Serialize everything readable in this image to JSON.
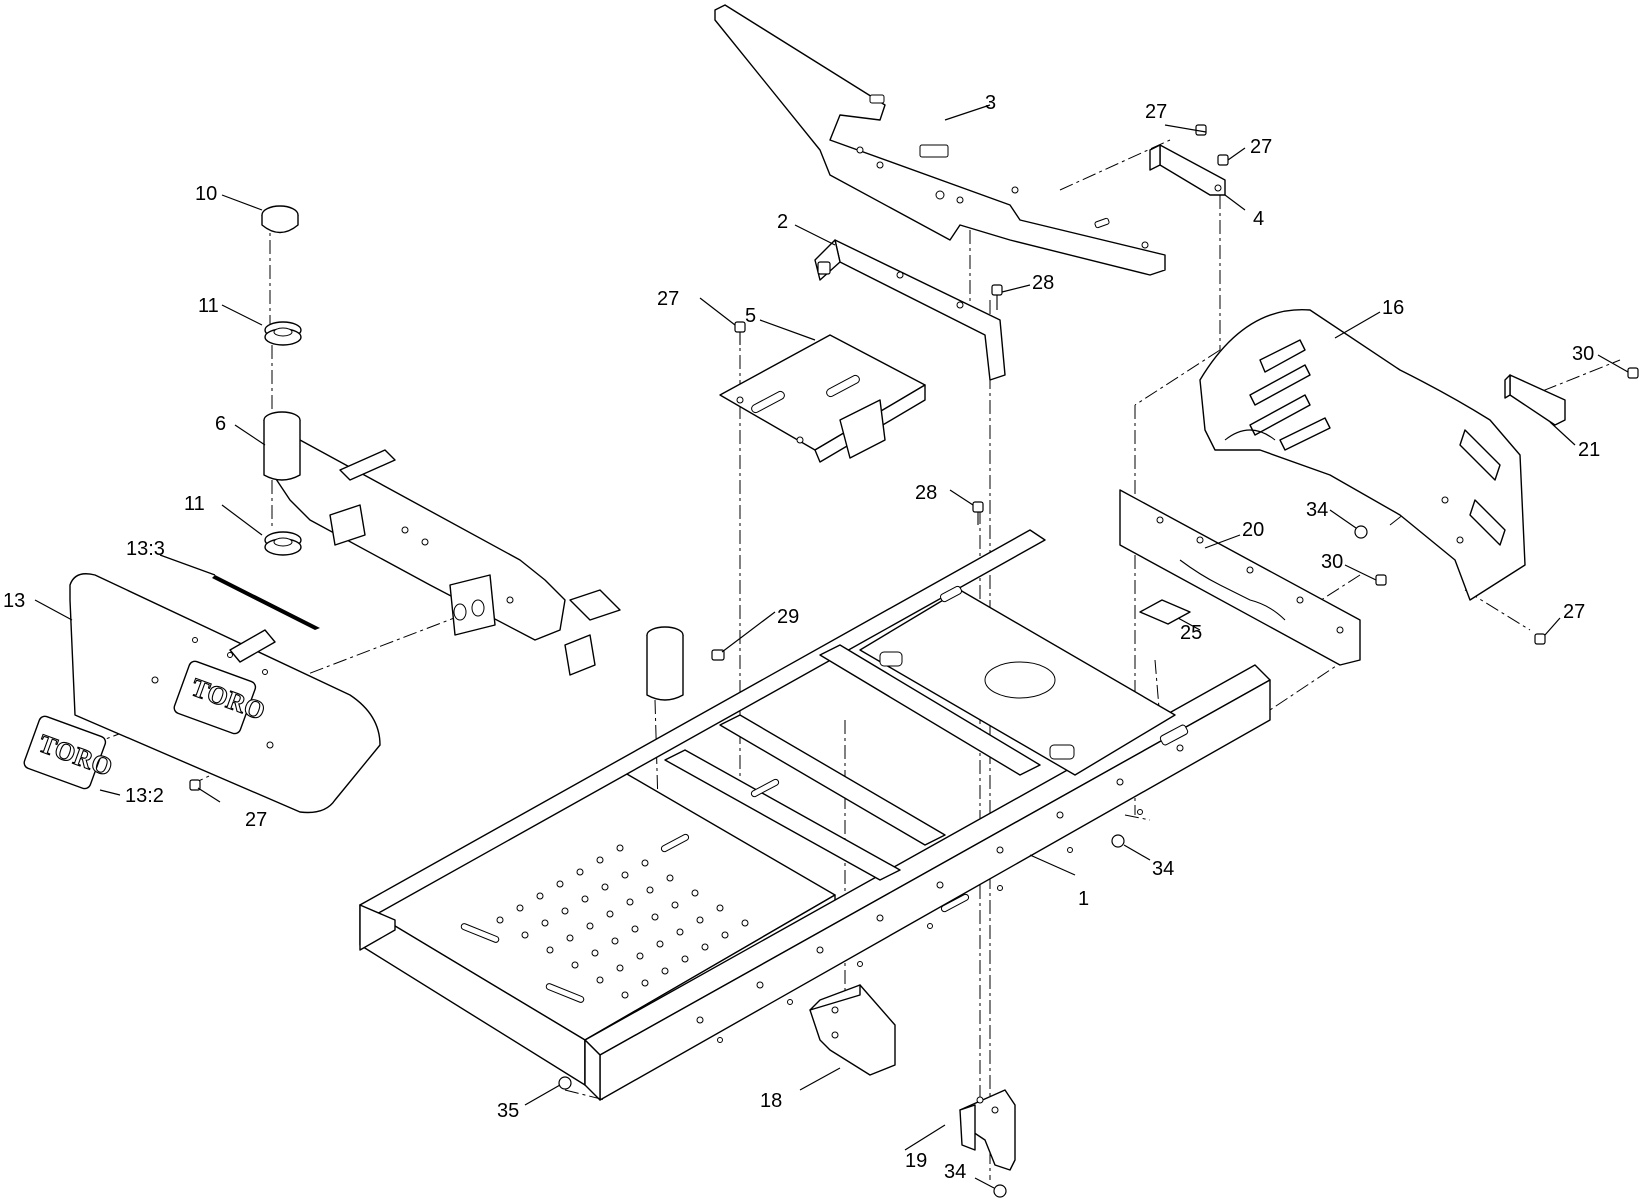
{
  "callouts": {
    "c1": "1",
    "c2": "2",
    "c3": "3",
    "c4": "4",
    "c5": "5",
    "c6": "6",
    "c10": "10",
    "c11a": "11",
    "c11b": "11",
    "c13": "13",
    "c13_2": "13:2",
    "c13_3": "13:3",
    "c16": "16",
    "c18": "18",
    "c19": "19",
    "c20": "20",
    "c21": "21",
    "c25": "25",
    "c27a": "27",
    "c27b": "27",
    "c27c": "27",
    "c27d": "27",
    "c27e": "27",
    "c28a": "28",
    "c28b": "28",
    "c29": "29",
    "c30a": "30",
    "c30b": "30",
    "c34a": "34",
    "c34b": "34",
    "c34c": "34",
    "c35": "35"
  },
  "decals": {
    "logo_on_shroud": "TORO",
    "logo_loose": "TORO"
  }
}
